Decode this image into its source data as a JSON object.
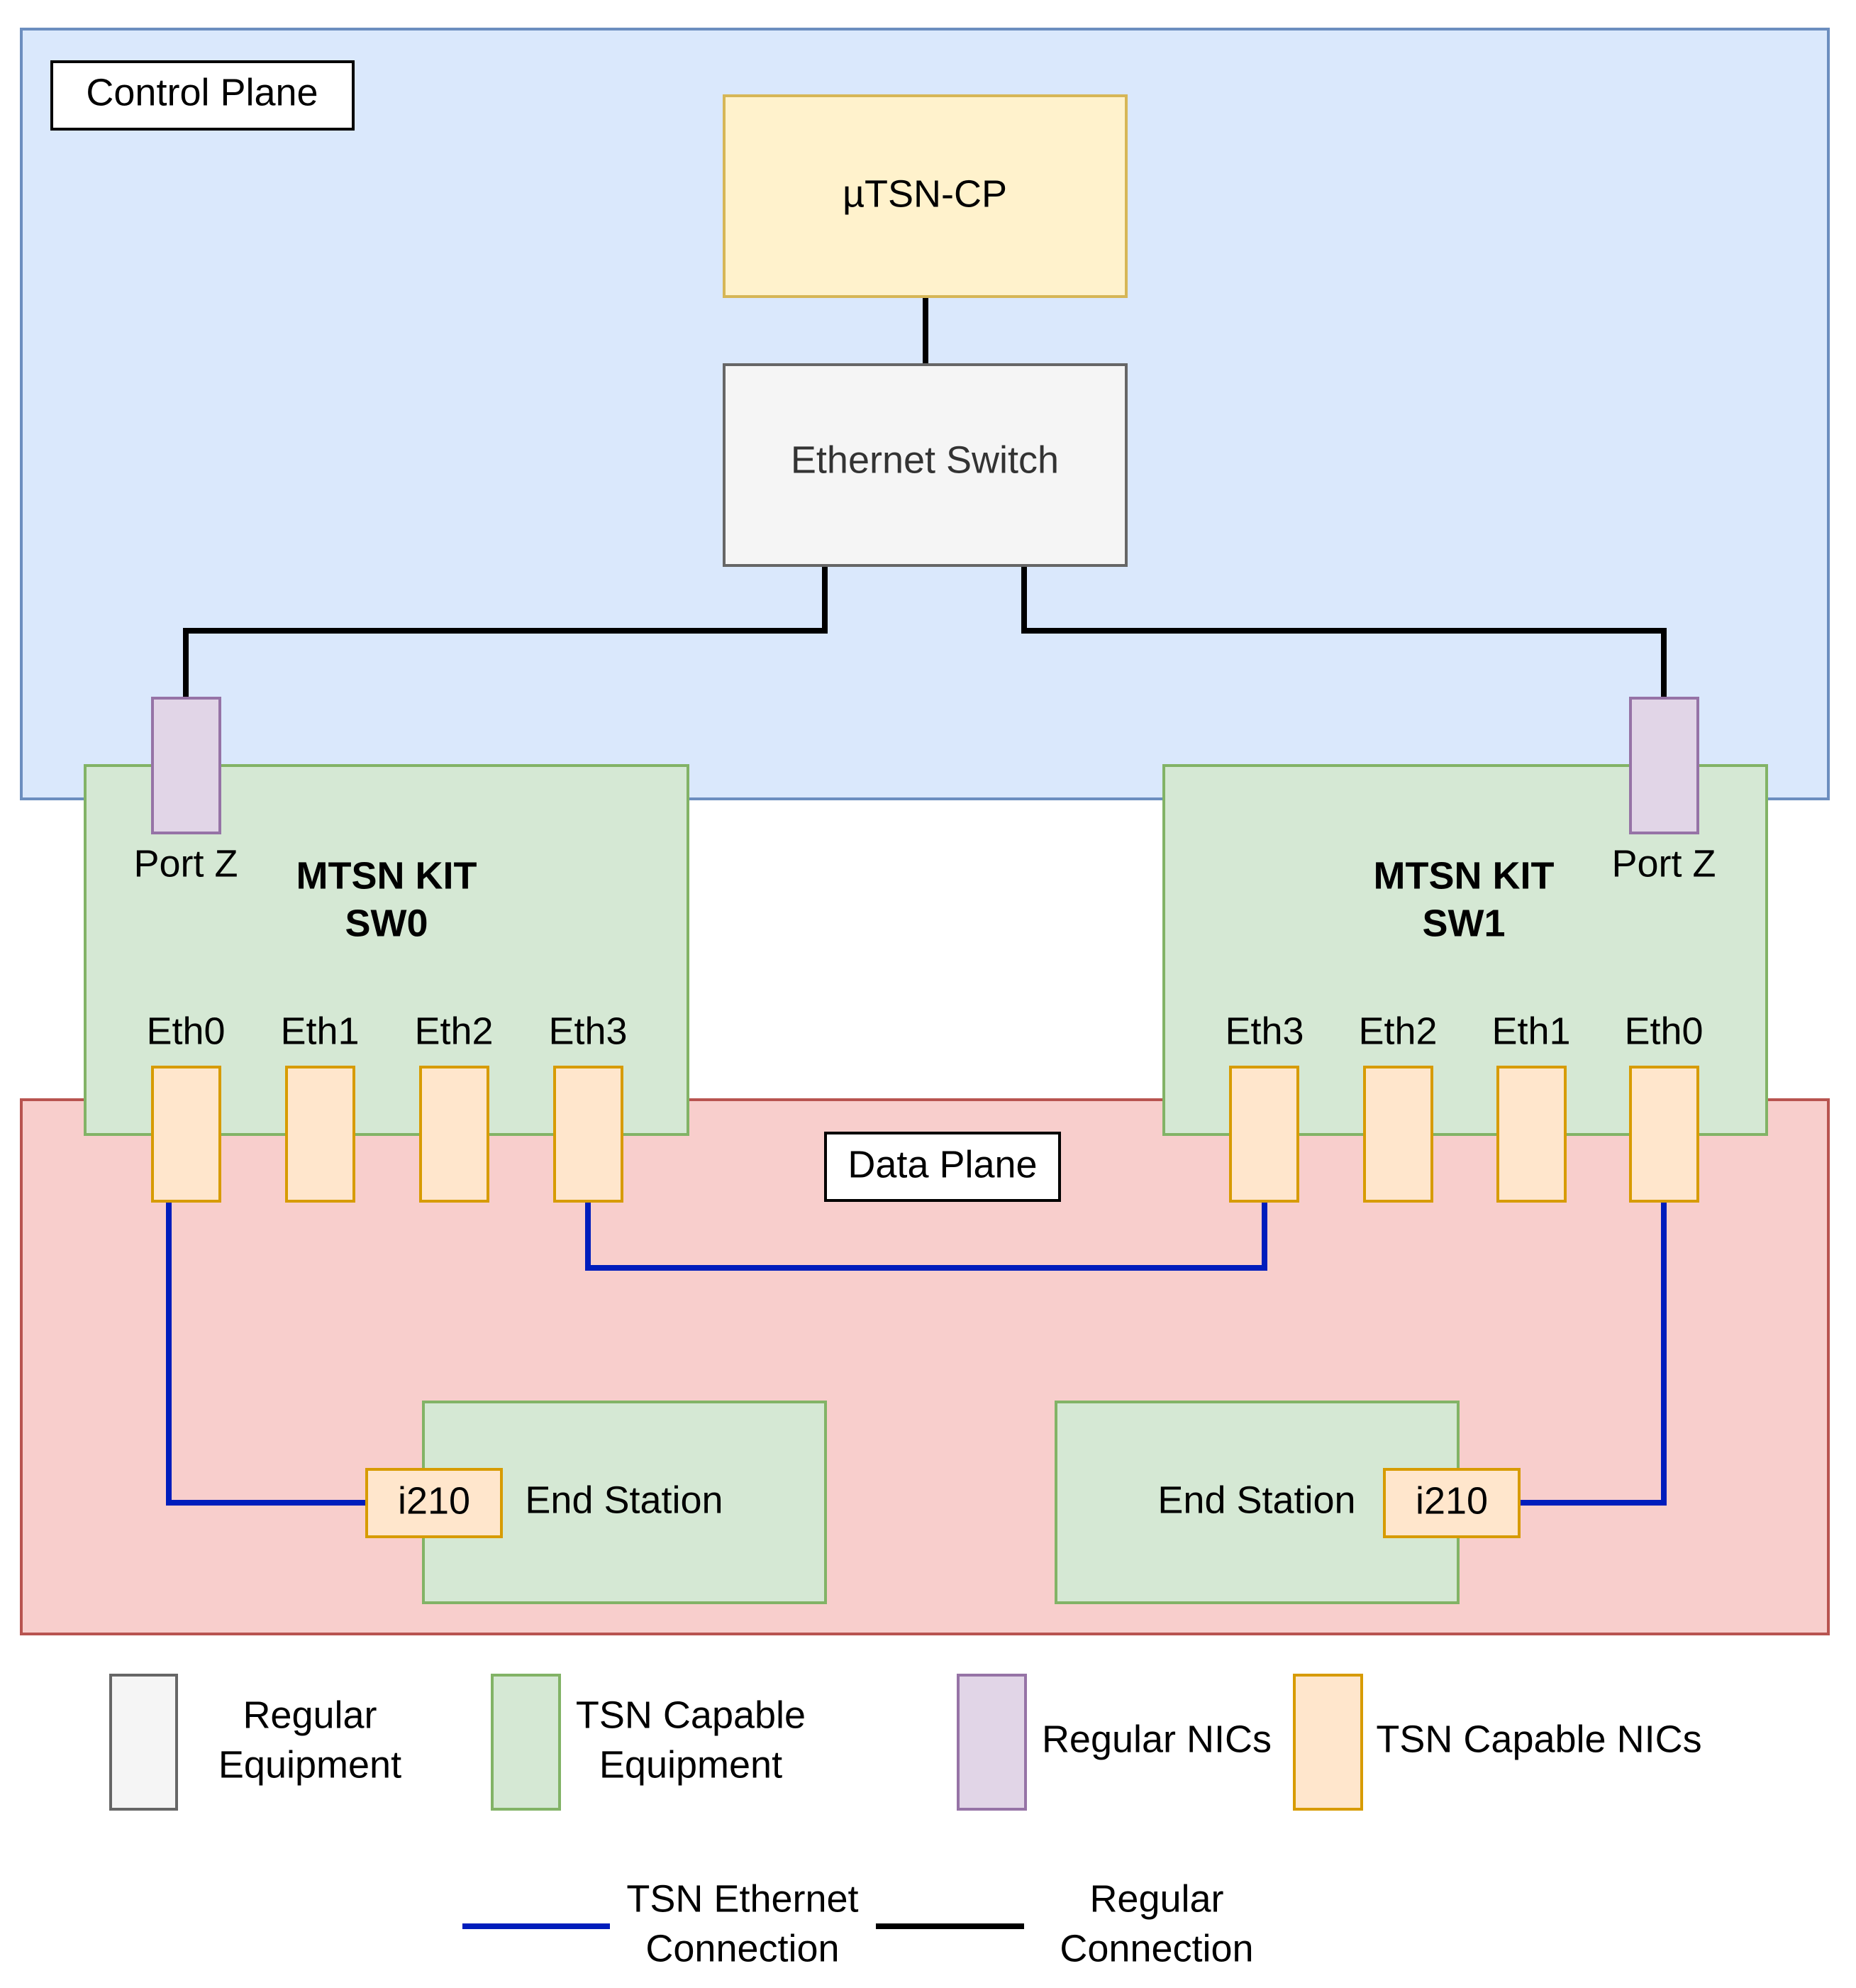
{
  "control_plane": {
    "label": "Control Plane",
    "fill": "#dae8fc",
    "stroke": "#6c8ebf"
  },
  "data_plane": {
    "label": "Data Plane",
    "fill": "#f8cecc",
    "stroke": "#b85450"
  },
  "cp_box": {
    "label": "µTSN-CP",
    "fill": "#fff2cc",
    "stroke": "#d6b656"
  },
  "ethernet_switch": {
    "label": "Ethernet Switch",
    "fill": "#f5f5f5",
    "stroke": "#666666",
    "text_color": "#333333"
  },
  "sw0": {
    "title_line1": "MTSN KIT",
    "title_line2": "SW0",
    "port_z_label": "Port Z",
    "ports": [
      "Eth0",
      "Eth1",
      "Eth2",
      "Eth3"
    ]
  },
  "sw1": {
    "title_line1": "MTSN KIT",
    "title_line2": "SW1",
    "port_z_label": "Port Z",
    "ports": [
      "Eth3",
      "Eth2",
      "Eth1",
      "Eth0"
    ]
  },
  "end_station_left": {
    "label": "End Station",
    "nic_label": "i210"
  },
  "end_station_right": {
    "label": "End Station",
    "nic_label": "i210"
  },
  "colors": {
    "tsn_equipment_fill": "#d5e8d4",
    "tsn_equipment_stroke": "#82b366",
    "regular_nic_fill": "#e1d5e7",
    "regular_nic_stroke": "#9673a6",
    "tsn_nic_fill": "#ffe6cc",
    "tsn_nic_stroke": "#d79b00",
    "tsn_link": "#001dbc",
    "regular_link": "#000000"
  },
  "legend": {
    "regular_equipment_line1": "Regular",
    "regular_equipment_line2": "Equipment",
    "tsn_equipment_line1": "TSN Capable",
    "tsn_equipment_line2": "Equipment",
    "regular_nics": "Regular NICs",
    "tsn_nics": "TSN Capable NICs",
    "tsn_connection_line1": "TSN Ethernet",
    "tsn_connection_line2": "Connection",
    "regular_connection_line1": "Regular",
    "regular_connection_line2": "Connection"
  }
}
